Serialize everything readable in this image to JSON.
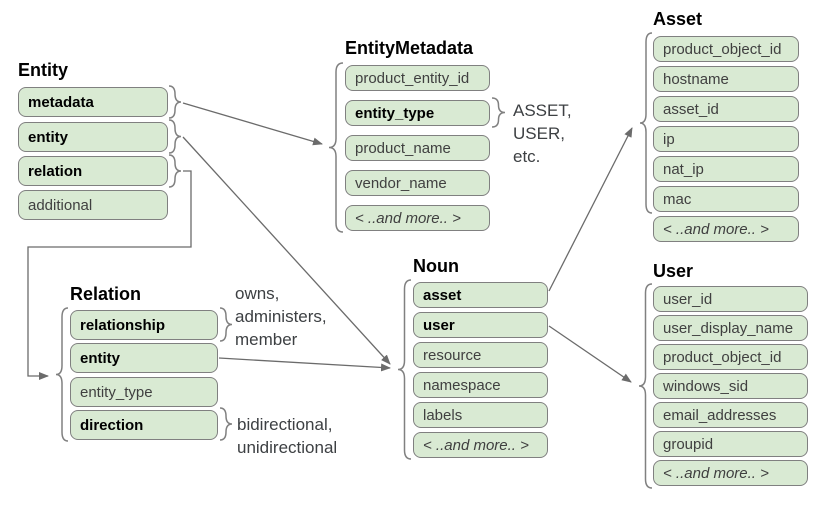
{
  "diagram": {
    "background": "#ffffff",
    "colors": {
      "field_fill": "#d9ead3",
      "field_border": "#808080",
      "connector": "#6b6b6b",
      "title_text": "#000000",
      "field_text": "#404040",
      "field_text_bold": "#000000",
      "annotation_text": "#3d4043"
    },
    "tables": {
      "entity": {
        "title": "Entity",
        "fields": [
          {
            "label": "metadata",
            "bold": true
          },
          {
            "label": "entity",
            "bold": true
          },
          {
            "label": "relation",
            "bold": true
          },
          {
            "label": "additional"
          }
        ]
      },
      "entity_metadata": {
        "title": "EntityMetadata",
        "fields": [
          {
            "label": "product_entity_id"
          },
          {
            "label": "entity_type",
            "bold": true
          },
          {
            "label": "product_name"
          },
          {
            "label": "vendor_name"
          },
          {
            "label": "< ..and more.. >",
            "italic": true
          }
        ]
      },
      "asset": {
        "title": "Asset",
        "fields": [
          {
            "label": "product_object_id"
          },
          {
            "label": "hostname"
          },
          {
            "label": "asset_id"
          },
          {
            "label": "ip"
          },
          {
            "label": "nat_ip"
          },
          {
            "label": "mac"
          },
          {
            "label": "< ..and more.. >",
            "italic": true
          }
        ]
      },
      "user": {
        "title": "User",
        "fields": [
          {
            "label": "user_id"
          },
          {
            "label": "user_display_name"
          },
          {
            "label": "product_object_id"
          },
          {
            "label": "windows_sid"
          },
          {
            "label": "email_addresses"
          },
          {
            "label": "groupid"
          },
          {
            "label": "< ..and more.. >",
            "italic": true
          }
        ]
      },
      "relation": {
        "title": "Relation",
        "fields": [
          {
            "label": "relationship",
            "bold": true
          },
          {
            "label": "entity",
            "bold": true
          },
          {
            "label": "entity_type"
          },
          {
            "label": "direction",
            "bold": true
          }
        ]
      },
      "noun": {
        "title": "Noun",
        "fields": [
          {
            "label": "asset",
            "bold": true
          },
          {
            "label": "user",
            "bold": true
          },
          {
            "label": "resource"
          },
          {
            "label": "namespace"
          },
          {
            "label": "labels"
          },
          {
            "label": "< ..and more.. >",
            "italic": true
          }
        ]
      }
    },
    "annotations": {
      "entity_type_values": {
        "lines": [
          "ASSET,",
          "USER,",
          "etc."
        ]
      },
      "relationship_values": {
        "lines": [
          "owns,",
          "administers,",
          "member"
        ]
      },
      "direction_values": {
        "lines": [
          "bidirectional,",
          "unidirectional"
        ]
      }
    }
  }
}
